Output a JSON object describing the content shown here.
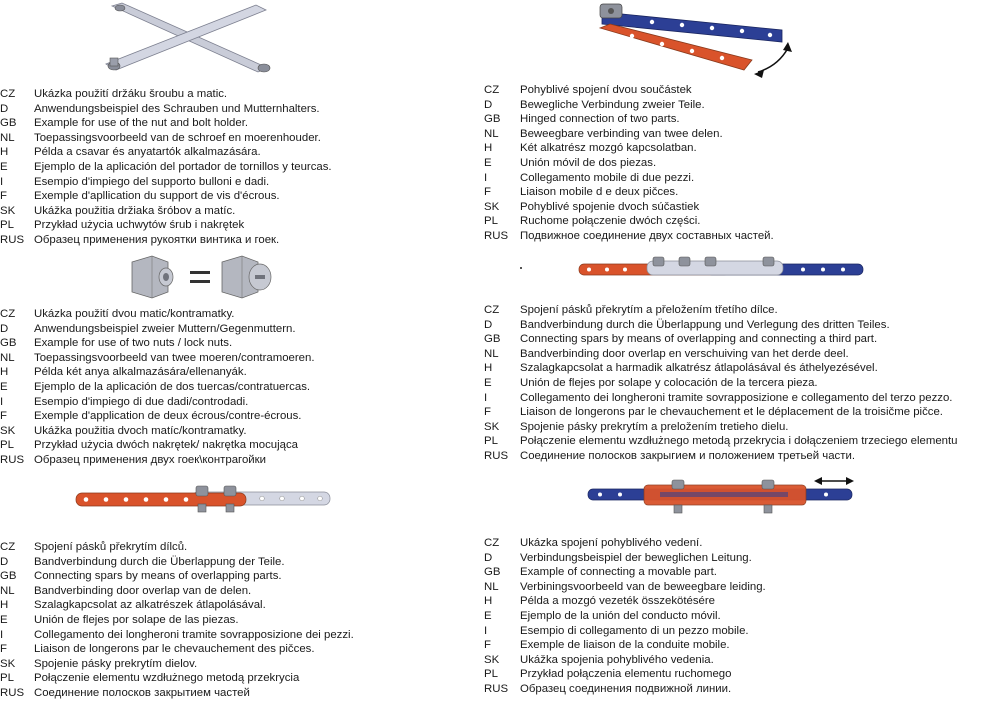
{
  "sections": [
    {
      "id": "nut-bolt-holder",
      "lines": [
        {
          "code": "CZ",
          "text": "Ukázka použití držáku šroubu a matic."
        },
        {
          "code": "D",
          "text": "Anwendungsbeispiel des Schrauben und Mutternhalters."
        },
        {
          "code": "GB",
          "text": "Example for use of the nut and bolt holder."
        },
        {
          "code": "NL",
          "text": "Toepassingsvoorbeeld van de schroef en moerenhouder."
        },
        {
          "code": "H",
          "text": "Példa a csavar  és anyatartók alkalmazására."
        },
        {
          "code": "E",
          "text": "Ejemplo de la aplicación del portador de tornillos y teurcas."
        },
        {
          "code": "I",
          "text": "Esempio d'impiego del supporto bulloni e dadi."
        },
        {
          "code": "F",
          "text": "Exemple d'apllication du support de vis d'écrous."
        },
        {
          "code": "SK",
          "text": "Ukážka použitia držiaka šróbov a matíc."
        },
        {
          "code": "PL",
          "text": "Przykład użycia uchwytów śrub i nakrętek"
        },
        {
          "code": "RUS",
          "text": "Образец применения рукоятки винтика и гоек."
        }
      ]
    },
    {
      "id": "two-nuts",
      "lines": [
        {
          "code": "CZ",
          "text": "Ukázka použití dvou matic/kontramatky."
        },
        {
          "code": "D",
          "text": "Anwendungsbeispiel zweier Muttern/Gegenmuttern."
        },
        {
          "code": "GB",
          "text": "Example for use of two nuts / lock nuts."
        },
        {
          "code": "NL",
          "text": "Toepassingsvoorbeeld van twee moeren/contramoeren."
        },
        {
          "code": "H",
          "text": "Példa két anya alkalmazására/ellenanyák."
        },
        {
          "code": "E",
          "text": "Ejemplo de la aplicación de dos tuercas/contratuercas."
        },
        {
          "code": "I",
          "text": "Esempio d'impiego di due dadi/controdadi."
        },
        {
          "code": "F",
          "text": "Exemple d'application de deux écrous/contre-écrous."
        },
        {
          "code": "SK",
          "text": "Ukážka použitia dvoch matíc/kontramatky."
        },
        {
          "code": "PL",
          "text": "Przykład użycia dwóch nakrętek/ nakrętka mocująca"
        },
        {
          "code": "RUS",
          "text": "Образец применения двух гоек\\контрагойки"
        }
      ]
    },
    {
      "id": "overlapping-parts",
      "lines": [
        {
          "code": "CZ",
          "text": "Spojení pásků překrytím dílců."
        },
        {
          "code": "D",
          "text": "Bandverbindung durch die Überlappung der Teile."
        },
        {
          "code": "GB",
          "text": "Connecting spars by means of overlapping parts."
        },
        {
          "code": "NL",
          "text": "Bandverbinding door overlap van de delen."
        },
        {
          "code": "H",
          "text": "Szalagkapcsolat az alkatrészek átlapolásával."
        },
        {
          "code": "E",
          "text": "Unión de flejes por solape de las piezas."
        },
        {
          "code": "I",
          "text": "Collegamento dei longheroni tramite sovrapposizione dei pezzi."
        },
        {
          "code": "F",
          "text": "Liaison de longerons par le chevauchement des pičces."
        },
        {
          "code": "SK",
          "text": "Spojenie pásky prekrytím dielov."
        },
        {
          "code": "PL",
          "text": "Połączenie elementu wzdłużnego metodą przekrycia"
        },
        {
          "code": "RUS",
          "text": "Соединение полосков закрытием частей"
        }
      ]
    },
    {
      "id": "hinged-connection",
      "lines": [
        {
          "code": "CZ",
          "text": "Pohyblivé spojení dvou součástek"
        },
        {
          "code": "D",
          "text": "Bewegliche Verbindung zweier Teile."
        },
        {
          "code": "GB",
          "text": "Hinged connection of two parts."
        },
        {
          "code": "NL",
          "text": "Beweegbare verbinding van twee delen."
        },
        {
          "code": "H",
          "text": "Két alkatrész mozgó kapcsolatban."
        },
        {
          "code": "E",
          "text": "Unión móvil de dos piezas."
        },
        {
          "code": "I",
          "text": "Collegamento mobile di due pezzi."
        },
        {
          "code": "F",
          "text": "Liaison mobile d e deux pičces."
        },
        {
          "code": "SK",
          "text": "Pohyblivé spojenie dvoch súčastiek"
        },
        {
          "code": "PL",
          "text": "Ruchome połączenie dwóch części."
        },
        {
          "code": "RUS",
          "text": "Подвижное соединение двух составных частей."
        }
      ]
    },
    {
      "id": "third-part",
      "lines": [
        {
          "code": "CZ",
          "text": "Spojení pásků překrytím a přeložením třetího dílce."
        },
        {
          "code": "D",
          "text": "Bandverbindung durch die Überlappung und Verlegung des dritten Teiles."
        },
        {
          "code": "GB",
          "text": "Connecting spars by means of overlapping and connecting a third part."
        },
        {
          "code": "NL",
          "text": "Bandverbinding door overlap en verschuiving van het derde deel."
        },
        {
          "code": "H",
          "text": "Szalagkapcsolat a harmadik alkatrész átlapolásával és áthelyezésével."
        },
        {
          "code": "E",
          "text": "Unión de flejes por solape y colocación  de la tercera pieza."
        },
        {
          "code": "I",
          "text": "Collegamento dei longheroni tramite sovrapposizione e collegamento del  terzo pezzo."
        },
        {
          "code": "F",
          "text": "Liaison de longerons par le chevauchement et le déplacement de la troisičme pičce."
        },
        {
          "code": "SK",
          "text": "Spojenie pásky prekrytím a preložením tretieho dielu."
        },
        {
          "code": "PL",
          "text": "Połączenie elementu wzdłużnego metodą przekrycia i dołączeniem trzeciego elementu"
        },
        {
          "code": "RUS",
          "text": "Соединение полосков закрыгием и положением третьей части."
        }
      ]
    },
    {
      "id": "movable-part",
      "lines": [
        {
          "code": "CZ",
          "text": "Ukázka spojení pohyblivého vedení."
        },
        {
          "code": "D",
          "text": "Verbindungsbeispiel der beweglichen Leitung."
        },
        {
          "code": "GB",
          "text": "Example of connecting a movable part."
        },
        {
          "code": "NL",
          "text": "Verbiningsvoorbeeld van de beweegbare leiding."
        },
        {
          "code": "H",
          "text": "Példa a mozgó vezeték összekötésére"
        },
        {
          "code": "E",
          "text": "Ejemplo de la unión del conducto móvil."
        },
        {
          "code": "I",
          "text": "Esempio di collegamento di un pezzo mobile."
        },
        {
          "code": "F",
          "text": "Exemple de liaison de la conduite mobile."
        },
        {
          "code": "SK",
          "text": "Ukážka spojenia pohyblivého vedenia."
        },
        {
          "code": "PL",
          "text": "Przykład połączenia elementu ruchomego"
        },
        {
          "code": "RUS",
          "text": "Образец соединения подвижной линии."
        }
      ]
    }
  ]
}
